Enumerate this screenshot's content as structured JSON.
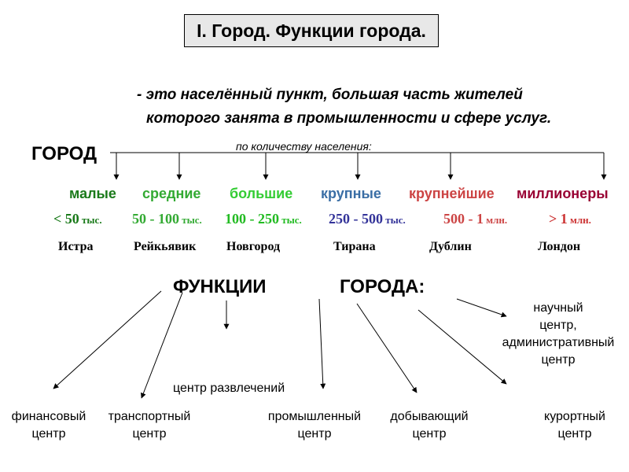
{
  "title": "I. Город. Функции города.",
  "definition": {
    "line1": "- это населённый пункт, большая часть жителей",
    "line2": "которого занята в промышленности и сфере услуг."
  },
  "city_word": "ГОРОД",
  "classification_label": "по количеству населения:",
  "categories": [
    {
      "label": "малые",
      "range": "< 50",
      "unit": " тыс.",
      "example": "Истра",
      "color": "#1a7a1a",
      "range_color": "#1a7a1a"
    },
    {
      "label": "средние",
      "range": "50 - 100",
      "unit": " тыс.",
      "example": "Рейкьявик",
      "color": "#33aa33",
      "range_color": "#33aa33"
    },
    {
      "label": "большие",
      "range": "100 - 250",
      "unit": " тыс.",
      "example": "Новгород",
      "color": "#33cc33",
      "range_color": "#22bb22"
    },
    {
      "label": "крупные",
      "range": "250 - 500",
      "unit": " тыс.",
      "example": "Тирана",
      "color": "#3a6ea5",
      "range_color": "#333399"
    },
    {
      "label": "крупнейшие",
      "range": "500 - 1",
      "unit": " млн.",
      "example": "Дублин",
      "color": "#cc4444",
      "range_color": "#cc4444"
    },
    {
      "label": "миллионеры",
      "range": "> 1",
      "unit": " млн.",
      "example": "Лондон",
      "color": "#990033",
      "range_color": "#cc3333"
    }
  ],
  "functions_heading": {
    "word1": "ФУНКЦИИ",
    "word2": "ГОРОДА:"
  },
  "functions": {
    "financial": [
      "финансовый",
      "центр"
    ],
    "transport": [
      "транспортный",
      "центр"
    ],
    "entertainment": "центр развлечений",
    "industrial": [
      "промышленный",
      "центр"
    ],
    "mining": [
      "добывающий",
      "центр"
    ],
    "resort": [
      "курортный",
      "центр"
    ],
    "science": [
      "научный",
      "центр,",
      "административный",
      "центр"
    ]
  }
}
